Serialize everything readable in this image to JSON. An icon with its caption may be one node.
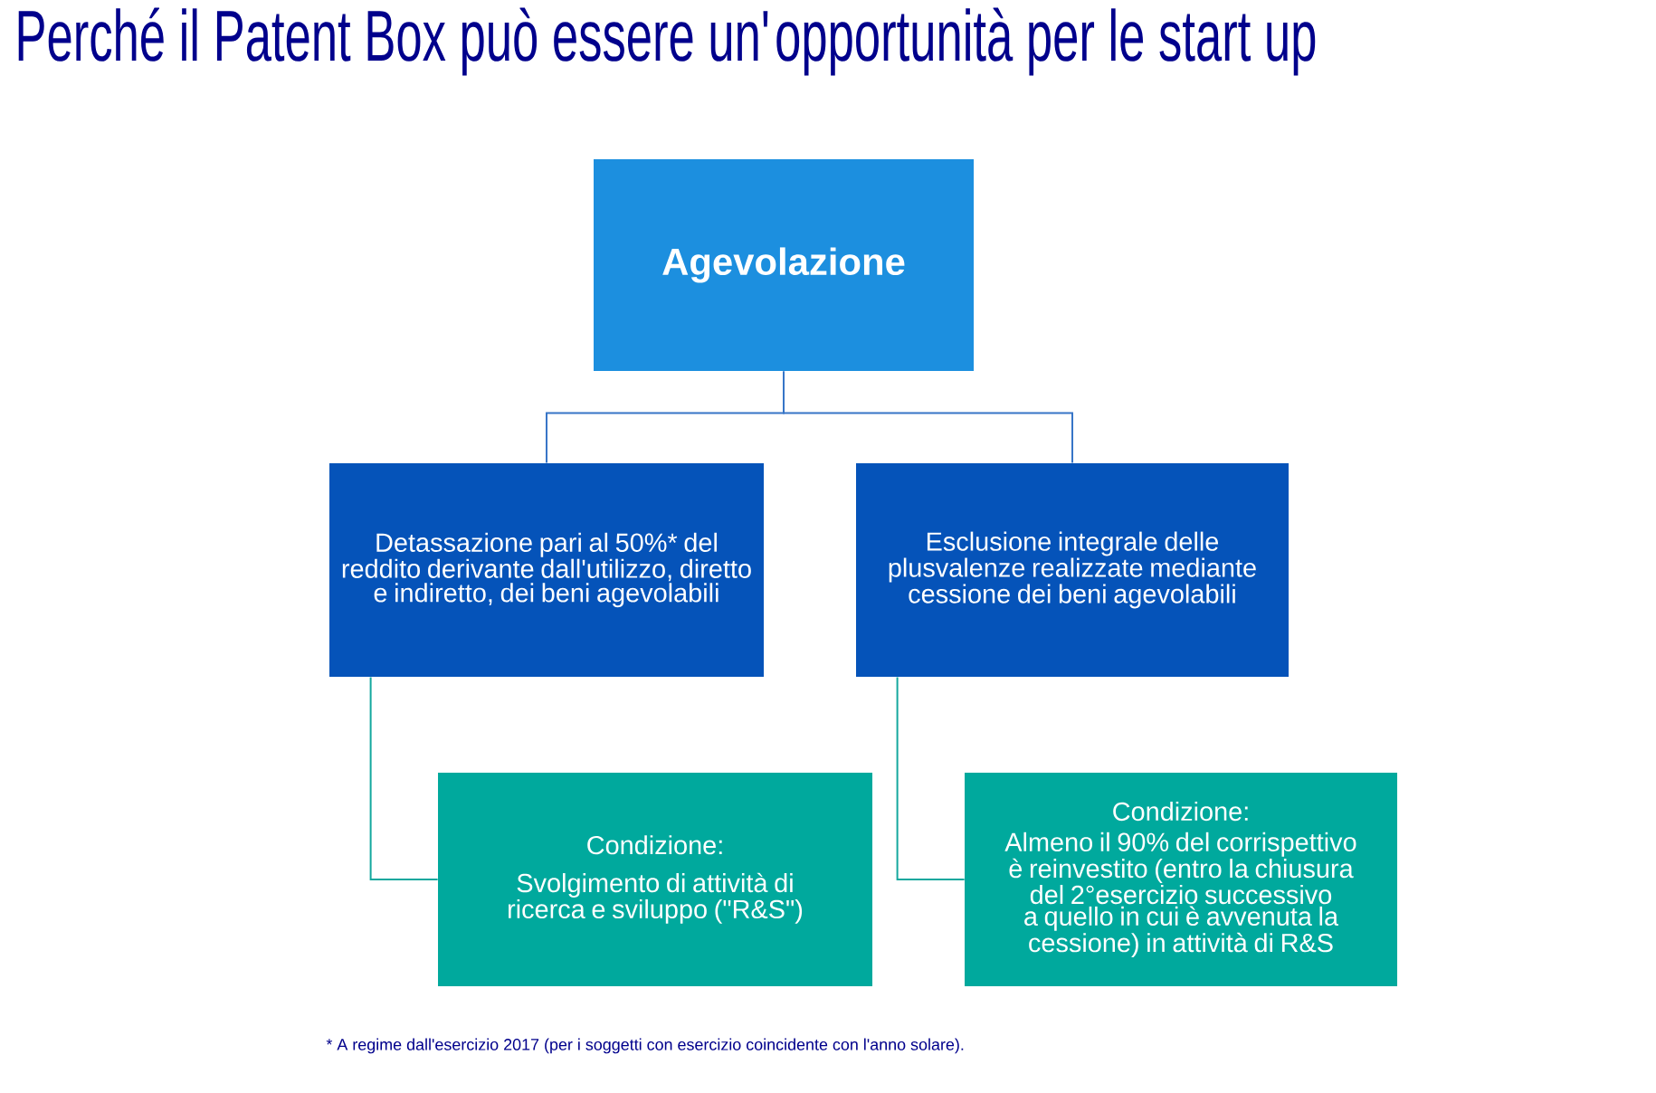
{
  "diagram": {
    "title": "Perché il Patent Box può essere un'opportunità per le start up",
    "nodes": [
      {
        "text": [
          "Agevolazione"
        ]
      },
      {
        "text": [
          "Detassazione pari al 50%* del reddito derivante dall'utilizzo, diretto e indiretto, dei beni agevolabili"
        ]
      },
      {
        "text": [
          "Esclusione integrale delle plusvalenze realizzate mediante cessione dei beni agevolabili"
        ]
      },
      {
        "text": [
          "Condizione:",
          "Svolgimento di attività di ricerca e sviluppo (\"R&S\")"
        ]
      },
      {
        "text": [
          "Condizione:",
          "Almeno il 90% del corrispettivo è reinvestito (entro la chiusura del 2°esercizio successivo a quello in cui è avvenuta la cessione) in attività di R&S"
        ]
      }
    ],
    "edges": [
      {
        "from": 0,
        "to": 1,
        "arrow": "none"
      },
      {
        "from": 0,
        "to": 2,
        "arrow": "none"
      },
      {
        "from": 1,
        "to": 3,
        "arrow": "none",
        "color": "#14a89e"
      },
      {
        "from": 2,
        "to": 4,
        "arrow": "none",
        "color": "#14a89e"
      }
    ],
    "labels": [
      "* A regime dall'esercizio 2017 (per i soggetti con esercizio coincidente con l'anno solare)."
    ]
  }
}
